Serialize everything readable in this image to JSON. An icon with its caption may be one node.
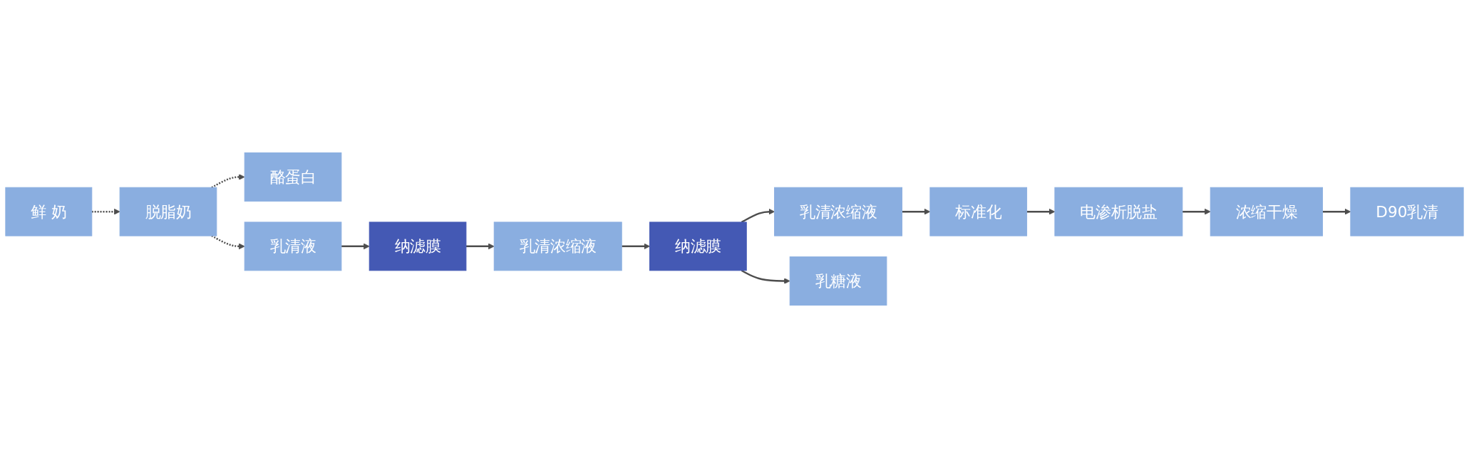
{
  "diagram": {
    "nodes": [
      {
        "text": [
          "鲜 奶"
        ]
      },
      {
        "text": [
          "脱脂奶"
        ]
      },
      {
        "text": [
          "酪蛋白"
        ]
      },
      {
        "text": [
          "乳清液"
        ]
      },
      {
        "text": [
          "纳滤膜"
        ]
      },
      {
        "text": [
          "乳清浓缩液"
        ]
      },
      {
        "text": [
          "纳滤膜"
        ]
      },
      {
        "text": [
          "乳清浓缩液"
        ]
      },
      {
        "text": [
          "乳糖液"
        ]
      },
      {
        "text": [
          "标准化"
        ]
      },
      {
        "text": [
          "电渗析脱盐"
        ]
      },
      {
        "text": [
          "浓缩干燥"
        ]
      },
      {
        "text": [
          "D90乳清"
        ]
      }
    ],
    "edges": [
      {
        "from": 0,
        "to": 1,
        "arrow": "to",
        "style": "dashed"
      },
      {
        "from": 1,
        "to": 2,
        "arrow": "to",
        "style": "dashed"
      },
      {
        "from": 1,
        "to": 3,
        "arrow": "to",
        "style": "dashed"
      },
      {
        "from": 3,
        "to": 4,
        "arrow": "to"
      },
      {
        "from": 4,
        "to": 5,
        "arrow": "to"
      },
      {
        "from": 5,
        "to": 6,
        "arrow": "to"
      },
      {
        "from": 6,
        "to": 7,
        "arrow": "to"
      },
      {
        "from": 6,
        "to": 8,
        "arrow": "to"
      },
      {
        "from": 7,
        "to": 9,
        "arrow": "to"
      },
      {
        "from": 9,
        "to": 10,
        "arrow": "to"
      },
      {
        "from": 10,
        "to": 11,
        "arrow": "to"
      },
      {
        "from": 11,
        "to": 12,
        "arrow": "to"
      }
    ]
  }
}
